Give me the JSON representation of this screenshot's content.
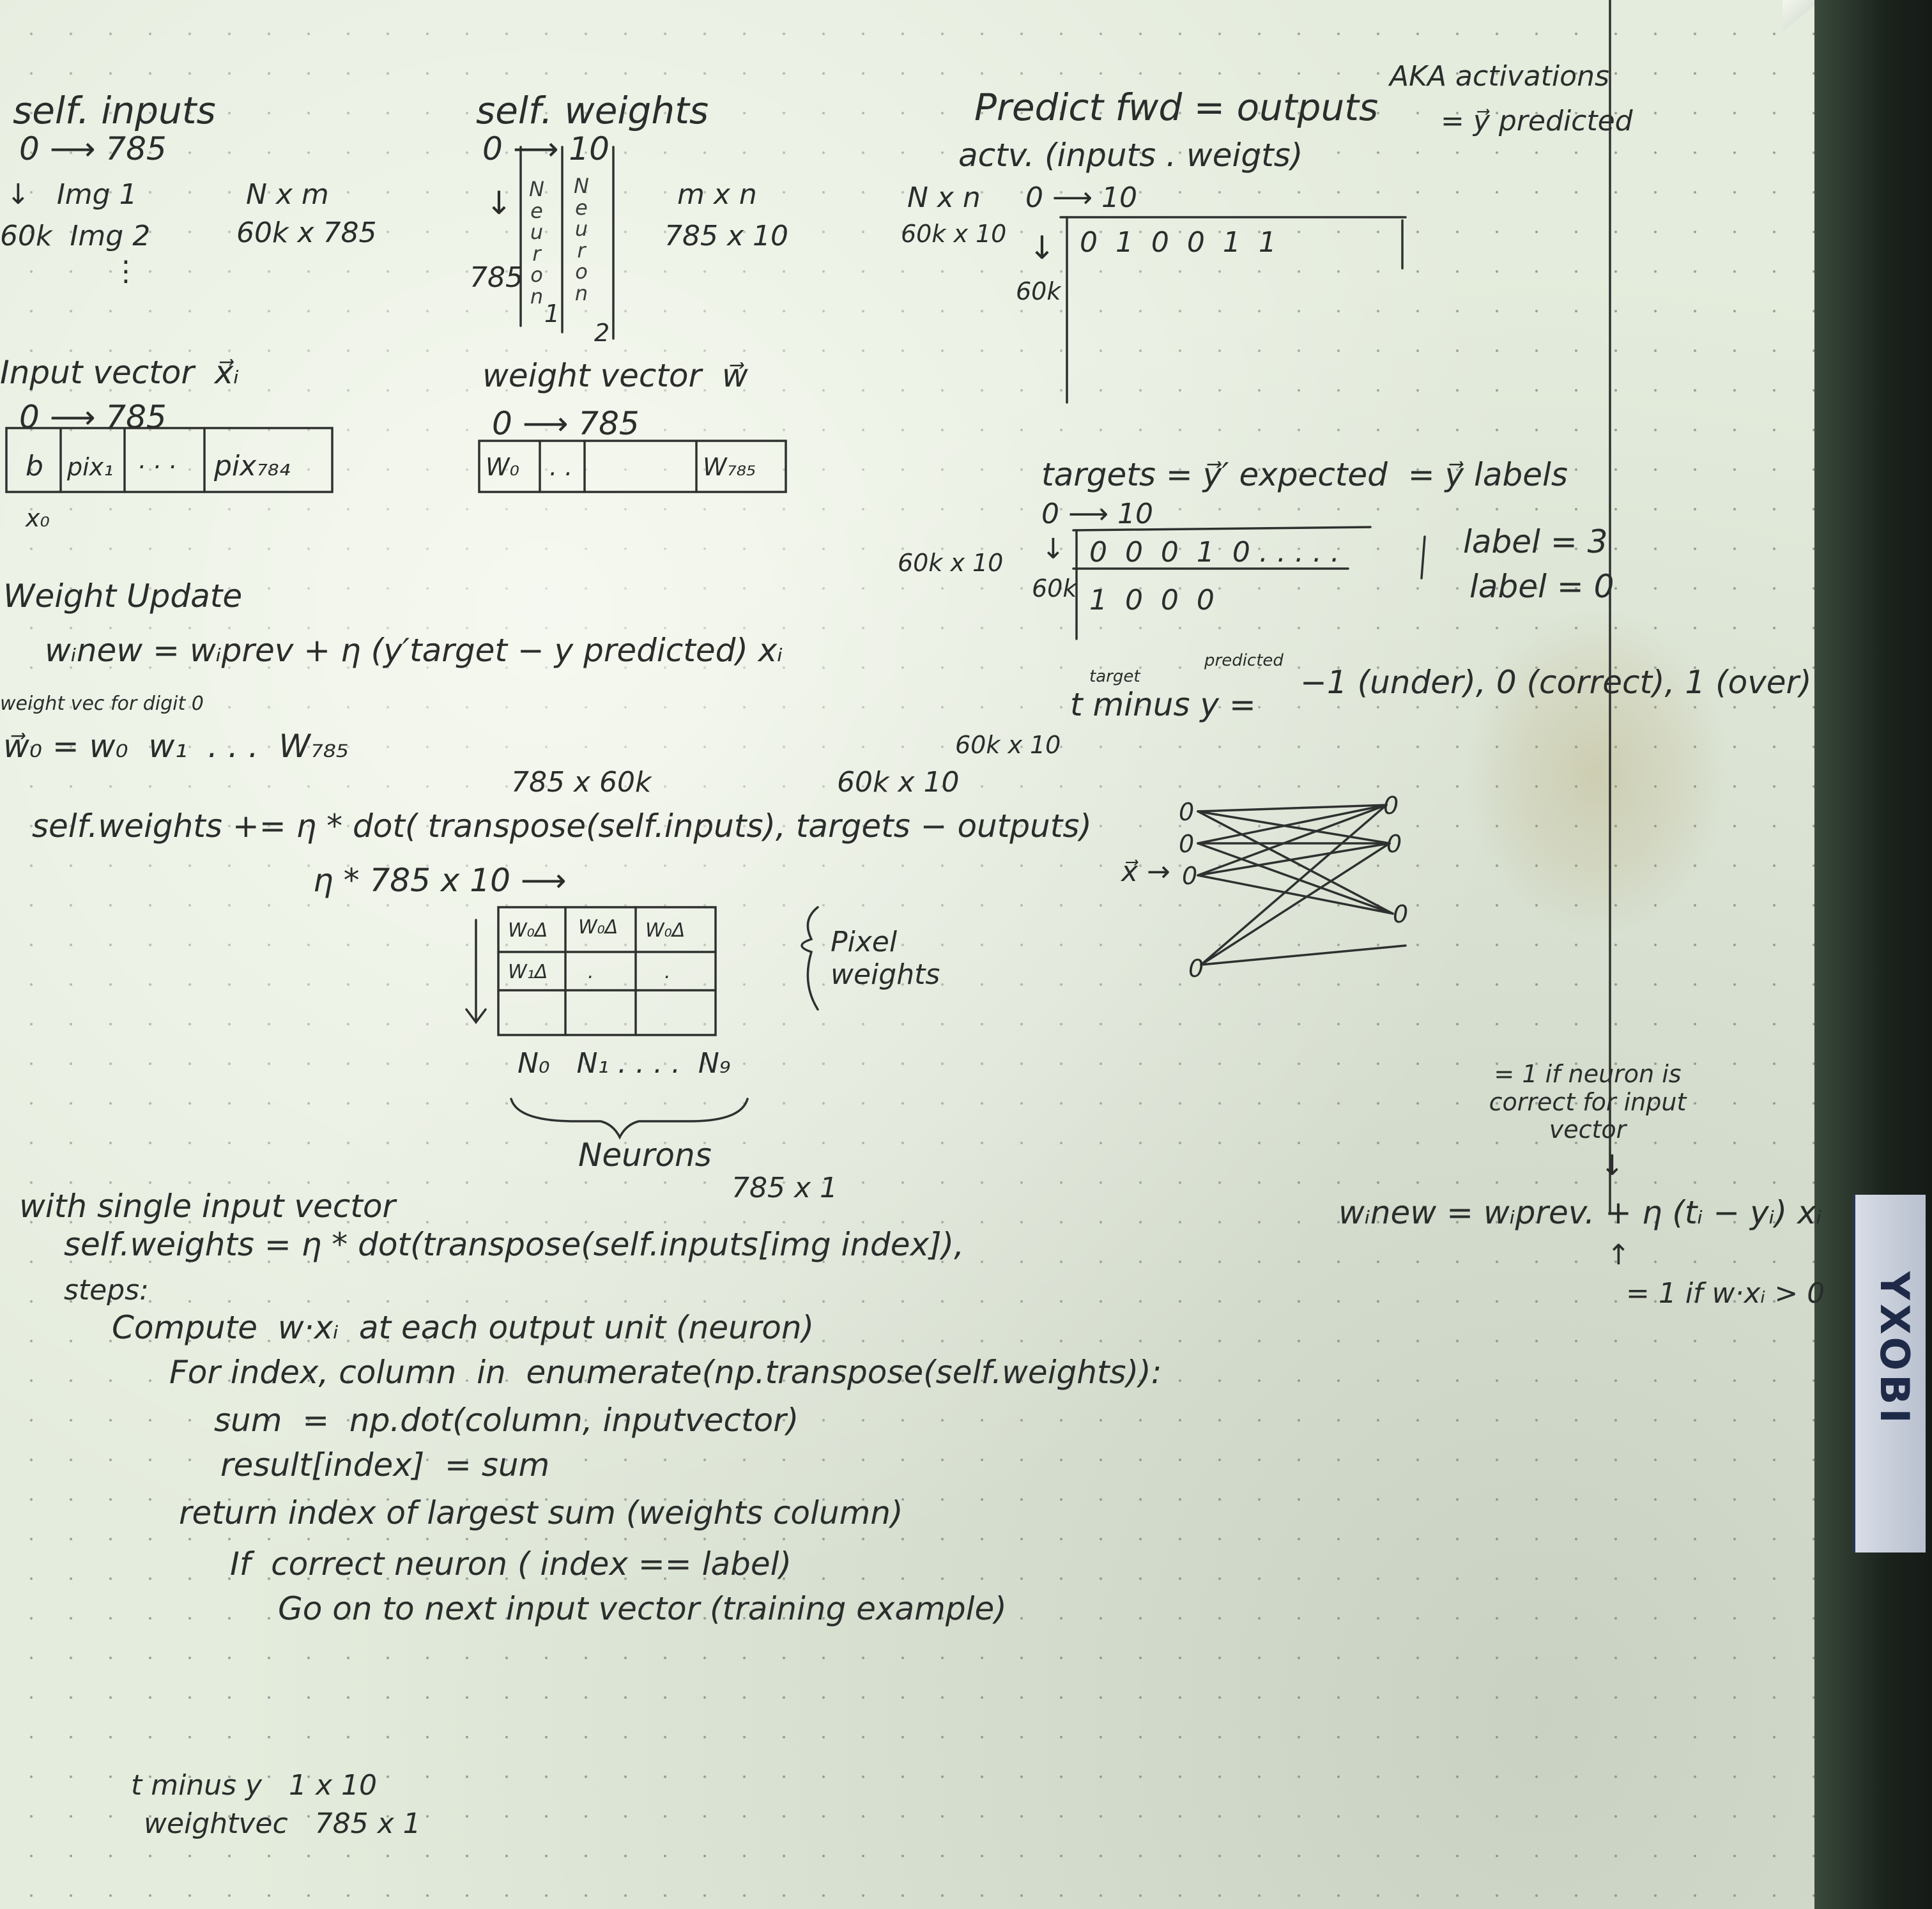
{
  "notes": {
    "inputs": {
      "title": "self. inputs",
      "range": "0 ⟶ 785",
      "rows": "↓   Img 1",
      "rows2": "60k  Img 2",
      "dots": "⋮",
      "dims": "N x m",
      "dims_vals": "60k x 785"
    },
    "weights": {
      "title": "self. weights",
      "range": "0 ⟶ 10",
      "down": "↓",
      "size": "785",
      "neuron1": "Neuron",
      "neuron1_idx": "1",
      "neuron2": "Neuron",
      "neuron2_idx": "2",
      "dims": "m x n",
      "dims_vals": "785 x 10"
    },
    "predict": {
      "title": "Predict fwd = outputs",
      "aka": "AKA activations",
      "aka2": "= y⃗ predicted",
      "sub": "actv. (inputs . weigts)",
      "dims": "N x n",
      "dims_vals": "60k x 10",
      "range": "0 ⟶ 10",
      "down": "↓",
      "rows": "60k",
      "values": "0  1  0  0  1  1"
    },
    "input_vector": {
      "title": "Input vector  x⃗ᵢ",
      "range": "0 ⟶ 785",
      "cells": [
        "b",
        "pix₁",
        "· · ·",
        "pix₇₈₄"
      ],
      "below": "x₀"
    },
    "weight_vector": {
      "title": "weight vector  w⃗",
      "range": "0 ⟶ 785",
      "cells": [
        "W₀",
        ". .",
        "W₇₈₅"
      ]
    },
    "targets": {
      "title": "targets = y⃗′ expected  = y⃗ labels",
      "range": "0 ⟶ 10",
      "dims": "60k x 10",
      "down": "↓",
      "rows": "60k",
      "row1": "0  0  0  1  0 . . . . .",
      "row2": "1  0  0  0",
      "label1": "label = 3",
      "label2": "label = 0"
    },
    "update": {
      "title": "Weight Update",
      "formula": "wᵢnew = wᵢprev + η (y′target − y predicted) xᵢ",
      "weight_vec_label": "weight vec for digit 0",
      "weight_vec": "w⃗₀ = w₀  w₁  . . .  W₇₈₅"
    },
    "tminus": {
      "prefix": "t minus y =",
      "target_sup": "target",
      "pred_sup": "predicted",
      "result": "−1 (under), 0 (correct), 1 (over)"
    },
    "matrix_update": {
      "dim_a": "785 x 60k",
      "dim_b": "60k x 10",
      "dim_c": "60k x 10",
      "formula": "self.weights += η * dot( transpose(self.inputs), targets − outputs)",
      "result": "η * 785 x 10 ⟶",
      "cells": [
        "W₀Δ",
        "W₀Δ",
        "W₀Δ",
        "W₁Δ",
        ".",
        "."
      ],
      "brace_label": "Pixel weights",
      "neuron_labels": "N₀   N₁ . . . .  N₉",
      "neurons": "Neurons"
    },
    "network": {
      "input_label": "x⃗ →",
      "nodes_in": "0",
      "nodes_out": "0"
    },
    "right_formula": {
      "note_top": "= 1 if neuron is correct for input vector",
      "formula": "wᵢnew = wᵢprev. + η (tᵢ − yᵢ) xᵢ",
      "note_bottom": "= 1 if w·xᵢ > 0"
    },
    "single": {
      "title": "with single input vector",
      "dim": "785 x 1",
      "line1": "self.weights = η * dot(transpose(self.inputs[img index]),",
      "steps": "steps:",
      "l1": "Compute  w·xᵢ  at each output unit (neuron)",
      "l2": "For index, column  in  enumerate(np.transpose(self.weights)):",
      "l3": "sum  =  np.dot(column, inputvector)",
      "l4": "result[index]  = sum",
      "l5": "return index of largest sum (weights column)",
      "l6": "If  correct neuron ( index == label)",
      "l7": "Go on to next input vector (training example)"
    },
    "bottom": {
      "line1": "t minus y   1 x 10",
      "line2": "weightvec   785 x 1"
    },
    "box_text": "YXOBI"
  }
}
